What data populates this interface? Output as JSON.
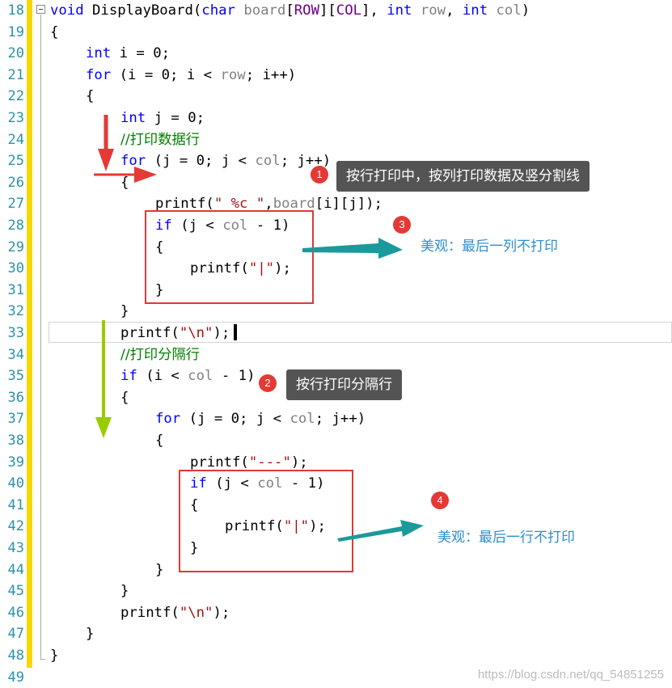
{
  "editor": {
    "line_numbers": [
      "18",
      "19",
      "20",
      "21",
      "22",
      "23",
      "24",
      "25",
      "26",
      "27",
      "28",
      "29",
      "30",
      "31",
      "32",
      "33",
      "34",
      "35",
      "36",
      "37",
      "38",
      "39",
      "40",
      "41",
      "42",
      "43",
      "44",
      "45",
      "46",
      "47",
      "48",
      "49"
    ]
  },
  "annotations": {
    "badge1": "1",
    "badge2": "2",
    "badge3": "3",
    "badge4": "4",
    "tip1": "按行打印中，按列打印数据及竖分割线",
    "tip2": "按行打印分隔行",
    "note3": "美观：最后一列不打印",
    "note4": "美观：最后一行不打印"
  },
  "colors": {
    "keyword": "#0000ff",
    "string": "#a31515",
    "comment": "#008000",
    "parameter": "#808080",
    "macro": "#6f008a",
    "line_number": "#2b91af",
    "annotation_red": "#e53935",
    "arrow_teal": "#1a9a9a",
    "arrow_green": "#99cc00",
    "note_blue": "#2f8fcf"
  },
  "watermark": "https://blog.csdn.net/qq_54851255"
}
